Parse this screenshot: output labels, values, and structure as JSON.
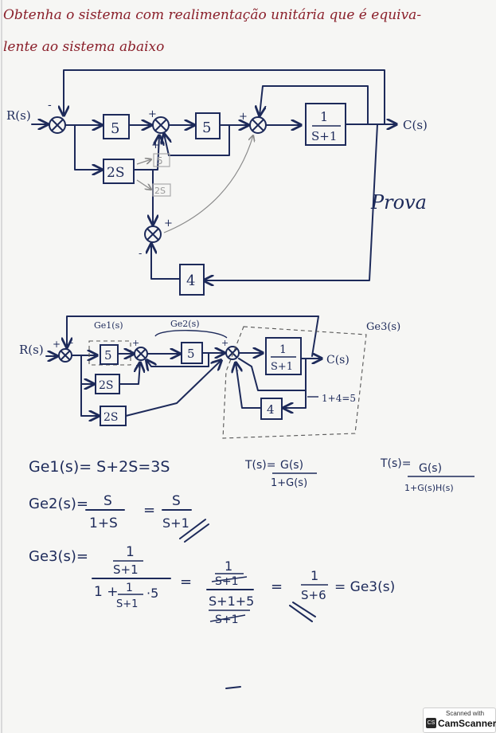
{
  "header": {
    "line1": "Obtenha o sistema com realimentação unitária que é equiva-",
    "line2": "lente ao sistema abaixo"
  },
  "top_diagram": {
    "input": "R(s)",
    "output": "C(s)",
    "block_5a": "5",
    "block_5b": "5",
    "block_2s": "2S",
    "block_num": "1",
    "block_den": "S+1",
    "block_4": "4",
    "faded_a": "5",
    "faded_b": "2S",
    "prova": "Prova"
  },
  "bottom_diagram": {
    "input": "R(s)",
    "output": "C(s)",
    "label_ge1": "Ge1(s)",
    "label_ge2": "Ge2(s)",
    "label_ge3": "Ge3(s)",
    "block_5a": "5",
    "block_2s_a": "2S",
    "block_2s_b": "2S",
    "block_5b": "5",
    "block_num": "1",
    "block_den": "S+1",
    "block_4": "4",
    "sum_note": "1+4=5"
  },
  "equations": {
    "ge1": "Ge1(s)= S+2S=3S",
    "t1_lhs": "T(s)=",
    "t1_num": "G(s)",
    "t1_den": "1+G(s)",
    "t2_lhs": "T(s)=",
    "t2_num": "G(s)",
    "t2_den": "1+G(s)H(s)",
    "ge2_lhs": "Ge2(s)=",
    "ge2_num": "S",
    "ge2_den": "1+S",
    "ge2_eq": "=",
    "ge2_num2": "S",
    "ge2_den2": "S+1",
    "ge3_lhs": "Ge3(s)=",
    "ge3_top_num": "1",
    "ge3_top_den": "S+1",
    "ge3_bottom": "1 +",
    "ge3_frac_num": "1",
    "ge3_frac_den": "S+1",
    "ge3_times": "·5",
    "ge3_eq1": "=",
    "ge3_mid_top_num": "1",
    "ge3_mid_top_den": "S+1",
    "ge3_mid_bottom_num": "S+1+5",
    "ge3_mid_bottom_den": "S+1",
    "ge3_eq2": "=",
    "ge3_res_num": "1",
    "ge3_res_den": "S+6",
    "ge3_eq3": "= Ge3(s)"
  },
  "footer": {
    "scanned_with": "Scanned with",
    "brand": "CamScanner",
    "logo": "CS"
  }
}
